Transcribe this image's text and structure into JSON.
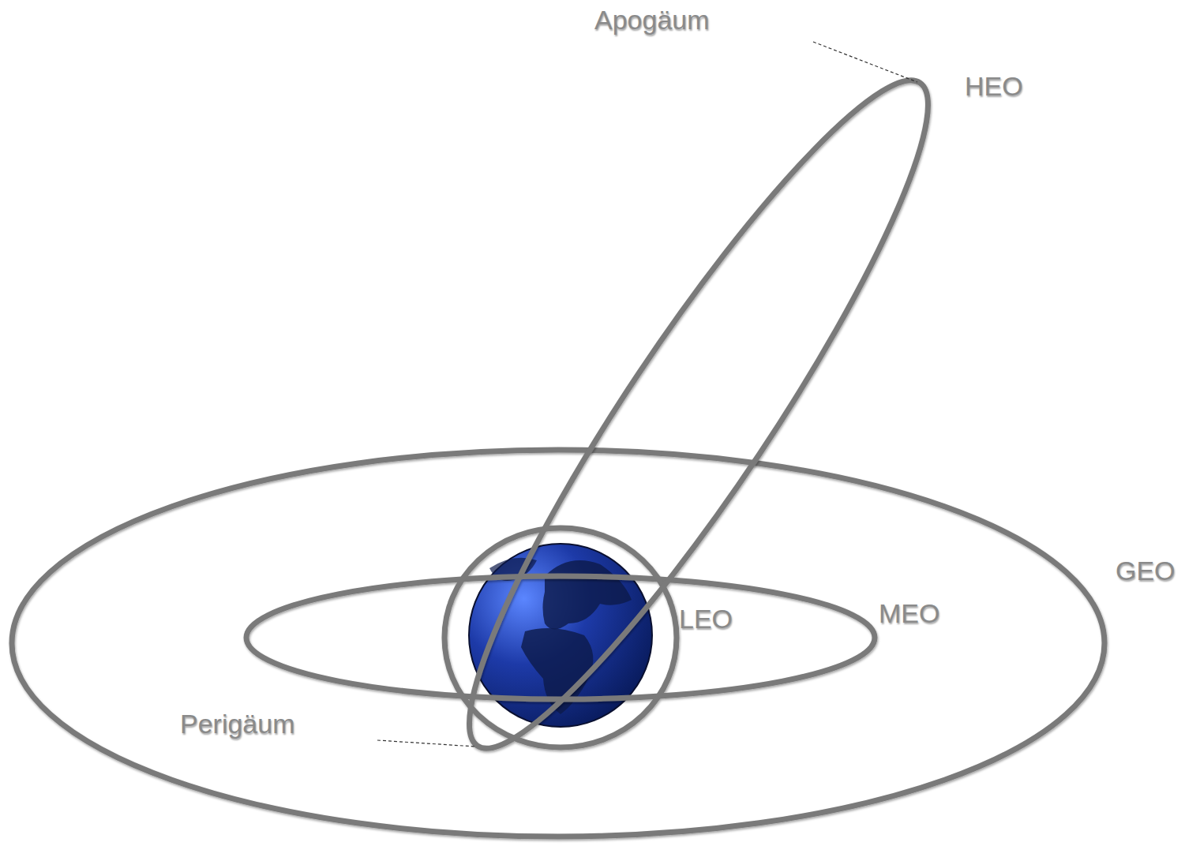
{
  "diagram": {
    "labels": [
      "Apogäum",
      "HEO",
      "GEO",
      "MEO",
      "LEO",
      "Perigäum"
    ]
  }
}
